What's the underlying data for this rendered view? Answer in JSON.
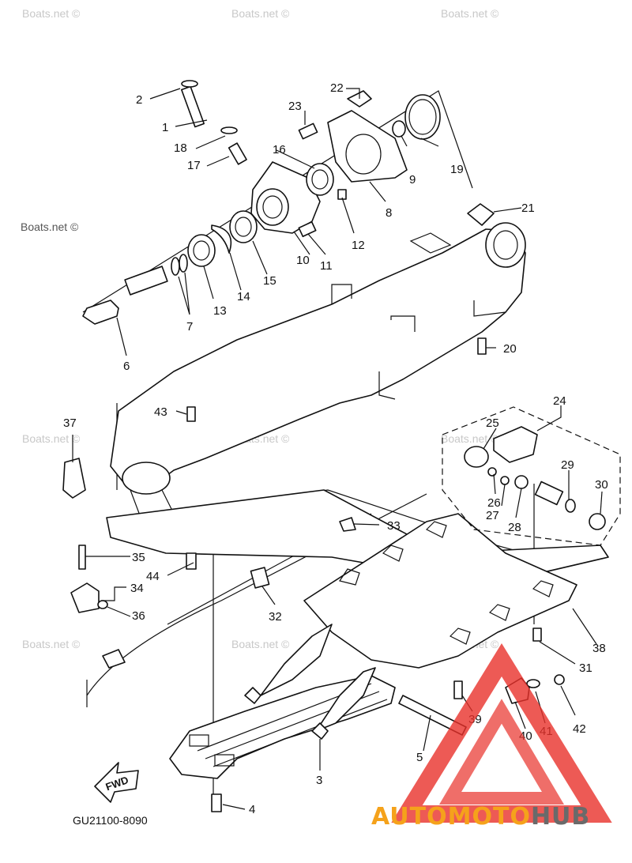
{
  "watermark": "Boats.net ©",
  "diagram_code": "GU21100-8090",
  "fwd_label": "FWD",
  "logo": {
    "auto": "AUTO",
    "moto": "MOTO",
    "hub": "HUB",
    "color_orange": "#f5a21b",
    "color_red": "#e8312a",
    "color_gray": "#6a6a6a"
  },
  "parts": [
    "1",
    "2",
    "3",
    "4",
    "5",
    "6",
    "7",
    "8",
    "9",
    "10",
    "11",
    "12",
    "13",
    "14",
    "15",
    "16",
    "17",
    "18",
    "19",
    "20",
    "21",
    "22",
    "23",
    "24",
    "25",
    "26",
    "27",
    "28",
    "29",
    "30",
    "31",
    "32",
    "33",
    "34",
    "35",
    "36",
    "37",
    "38",
    "39",
    "40",
    "41",
    "42",
    "43",
    "44"
  ]
}
